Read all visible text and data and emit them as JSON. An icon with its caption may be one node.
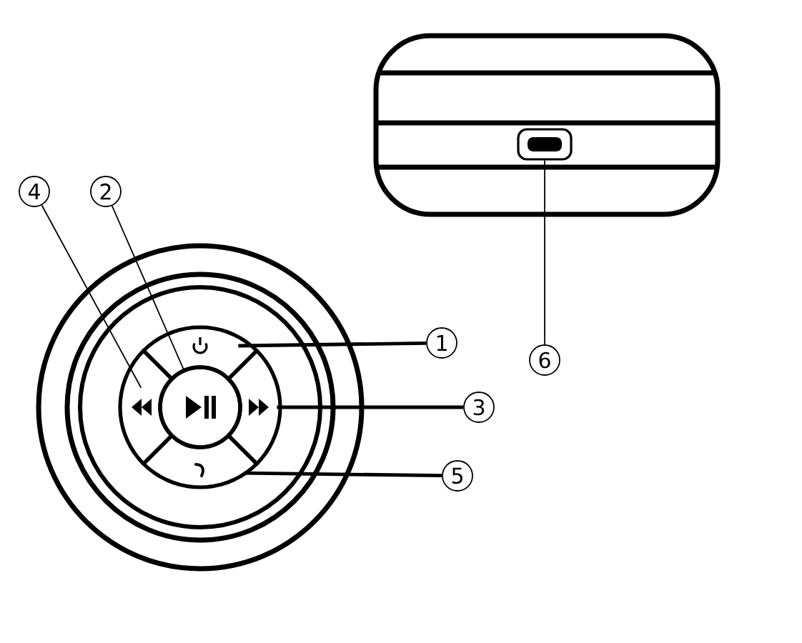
{
  "diagram": {
    "nodes": [
      {
        "text": [
          "1"
        ]
      },
      {
        "text": [
          "2"
        ]
      },
      {
        "text": [
          "3"
        ]
      },
      {
        "text": [
          "4"
        ]
      },
      {
        "text": [
          "5"
        ]
      },
      {
        "text": [
          "6"
        ]
      },
      {
        "text": [],
        "shape": "button"
      },
      {
        "text": [],
        "shape": "circle"
      },
      {
        "text": [],
        "shape": "button"
      },
      {
        "text": [],
        "shape": "button"
      },
      {
        "text": [],
        "shape": "button"
      },
      {
        "text": [],
        "shape": "port"
      }
    ],
    "edges": [
      {
        "from": 0,
        "to": 6,
        "arrow": "none",
        "style": "thick"
      },
      {
        "from": 1,
        "to": 7,
        "arrow": "none"
      },
      {
        "from": 2,
        "to": 8,
        "arrow": "none",
        "style": "thick"
      },
      {
        "from": 3,
        "to": 9,
        "arrow": "none"
      },
      {
        "from": 4,
        "to": 10,
        "arrow": "none",
        "style": "thick"
      },
      {
        "from": 5,
        "to": 11,
        "arrow": "none"
      }
    ]
  }
}
